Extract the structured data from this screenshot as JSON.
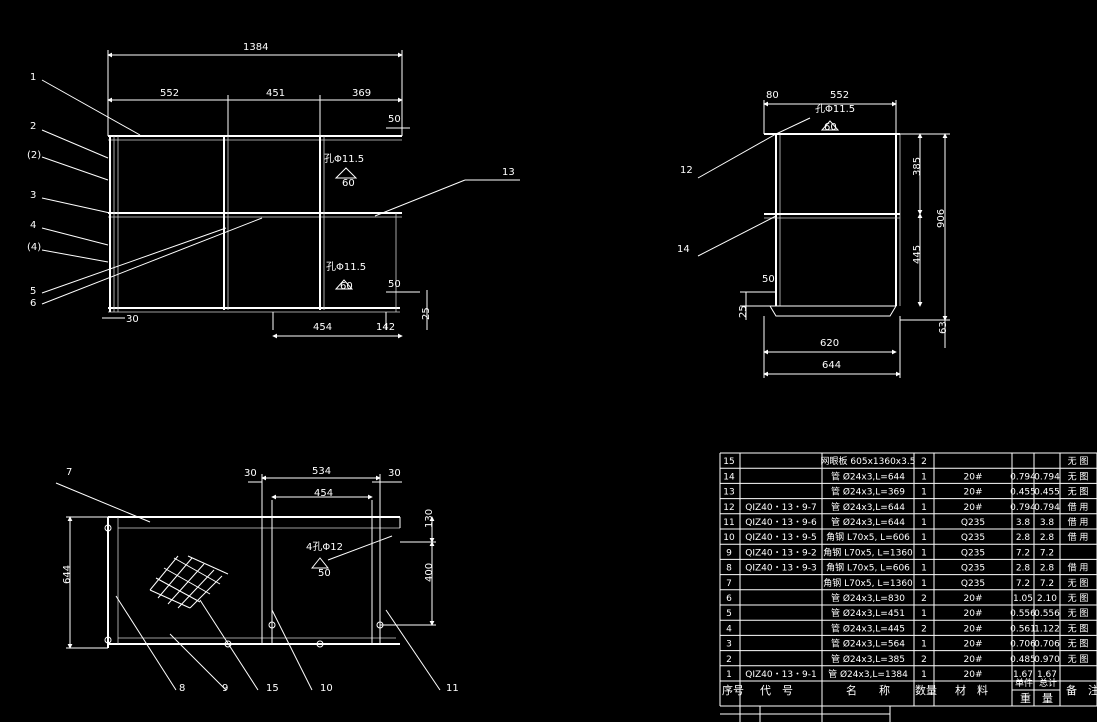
{
  "front_view": {
    "dims": {
      "overall": "1384",
      "d552": "552",
      "d451": "451",
      "d369": "369",
      "d50_top": "50",
      "d50_bot": "50",
      "d30": "30",
      "d454": "454",
      "d142": "142",
      "d25": "25"
    },
    "notes": {
      "hole_top": "孔Φ11.5",
      "hole_top_n": "60",
      "hole_bot": "孔Φ11.5",
      "hole_bot_n": "60"
    },
    "labels": [
      "1",
      "2",
      "(2)",
      "3",
      "4",
      "(4)",
      "5",
      "6",
      "13"
    ]
  },
  "side_view": {
    "dims": {
      "d80": "80",
      "d552": "552",
      "d385": "385",
      "d445": "445",
      "d906": "906",
      "d50": "50",
      "d25": "25",
      "d620": "620",
      "d644": "644",
      "d63": "63"
    },
    "notes": {
      "hole": "孔Φ11.5",
      "hole_n": "60"
    },
    "labels": [
      "12",
      "14"
    ]
  },
  "plan_view": {
    "dims": {
      "d30_l": "30",
      "d534": "534",
      "d30_r": "30",
      "d454": "454",
      "d644": "644",
      "d130": "130",
      "d400": "400"
    },
    "notes": {
      "hole": "4孔Φ12",
      "hole_n": "50"
    },
    "labels": [
      "7",
      "8",
      "9",
      "15",
      "10",
      "11"
    ]
  },
  "bom": {
    "headers": {
      "seq": "序号",
      "code": "代　号",
      "name": "名　　称",
      "qty": "数量",
      "material": "材　料",
      "unit": "单件",
      "total": "总计",
      "weight": "重　量",
      "remark": "备　注"
    },
    "rows": [
      {
        "no": "15",
        "code": "",
        "name": "网眼板 605x1360x3.5",
        "qty": "2",
        "mat": "",
        "unit": "",
        "total": "",
        "remark": "无 图"
      },
      {
        "no": "14",
        "code": "",
        "name": "管 Ø24x3,L=644",
        "qty": "1",
        "mat": "20#",
        "unit": "0.794",
        "total": "0.794",
        "remark": "无 图"
      },
      {
        "no": "13",
        "code": "",
        "name": "管 Ø24x3,L=369",
        "qty": "1",
        "mat": "20#",
        "unit": "0.455",
        "total": "0.455",
        "remark": "无 图"
      },
      {
        "no": "12",
        "code": "QIZ40・13・9-7",
        "name": "管 Ø24x3,L=644",
        "qty": "1",
        "mat": "20#",
        "unit": "0.794",
        "total": "0.794",
        "remark": "借 用"
      },
      {
        "no": "11",
        "code": "QIZ40・13・9-6",
        "name": "管 Ø24x3,L=644",
        "qty": "1",
        "mat": "Q235",
        "unit": "3.8",
        "total": "3.8",
        "remark": "借 用"
      },
      {
        "no": "10",
        "code": "QIZ40・13・9-5",
        "name": "角钢 L70x5, L=606",
        "qty": "1",
        "mat": "Q235",
        "unit": "2.8",
        "total": "2.8",
        "remark": "借 用"
      },
      {
        "no": "9",
        "code": "QIZ40・13・9-2",
        "name": "角钢 L70x5, L=1360",
        "qty": "1",
        "mat": "Q235",
        "unit": "7.2",
        "total": "7.2",
        "remark": ""
      },
      {
        "no": "8",
        "code": "QIZ40・13・9-3",
        "name": "角钢 L70x5, L=606",
        "qty": "1",
        "mat": "Q235",
        "unit": "2.8",
        "total": "2.8",
        "remark": "借 用"
      },
      {
        "no": "7",
        "code": "",
        "name": "角钢 L70x5, L=1360",
        "qty": "1",
        "mat": "Q235",
        "unit": "7.2",
        "total": "7.2",
        "remark": "无 图"
      },
      {
        "no": "6",
        "code": "",
        "name": "管 Ø24x3,L=830",
        "qty": "2",
        "mat": "20#",
        "unit": "1.05",
        "total": "2.10",
        "remark": "无 图"
      },
      {
        "no": "5",
        "code": "",
        "name": "管 Ø24x3,L=451",
        "qty": "1",
        "mat": "20#",
        "unit": "0.556",
        "total": "0.556",
        "remark": "无 图"
      },
      {
        "no": "4",
        "code": "",
        "name": "管 Ø24x3,L=445",
        "qty": "2",
        "mat": "20#",
        "unit": "0.561",
        "total": "1.122",
        "remark": "无 图"
      },
      {
        "no": "3",
        "code": "",
        "name": "管 Ø24x3,L=564",
        "qty": "1",
        "mat": "20#",
        "unit": "0.706",
        "total": "0.706",
        "remark": "无 图"
      },
      {
        "no": "2",
        "code": "",
        "name": "管 Ø24x3,L=385",
        "qty": "2",
        "mat": "20#",
        "unit": "0.485",
        "total": "0.970",
        "remark": "无 图"
      },
      {
        "no": "1",
        "code": "QIZ40・13・9-1",
        "name": "管 Ø24x3,L=1384",
        "qty": "1",
        "mat": "20#",
        "unit": "1.67",
        "total": "1.67",
        "remark": ""
      }
    ]
  }
}
